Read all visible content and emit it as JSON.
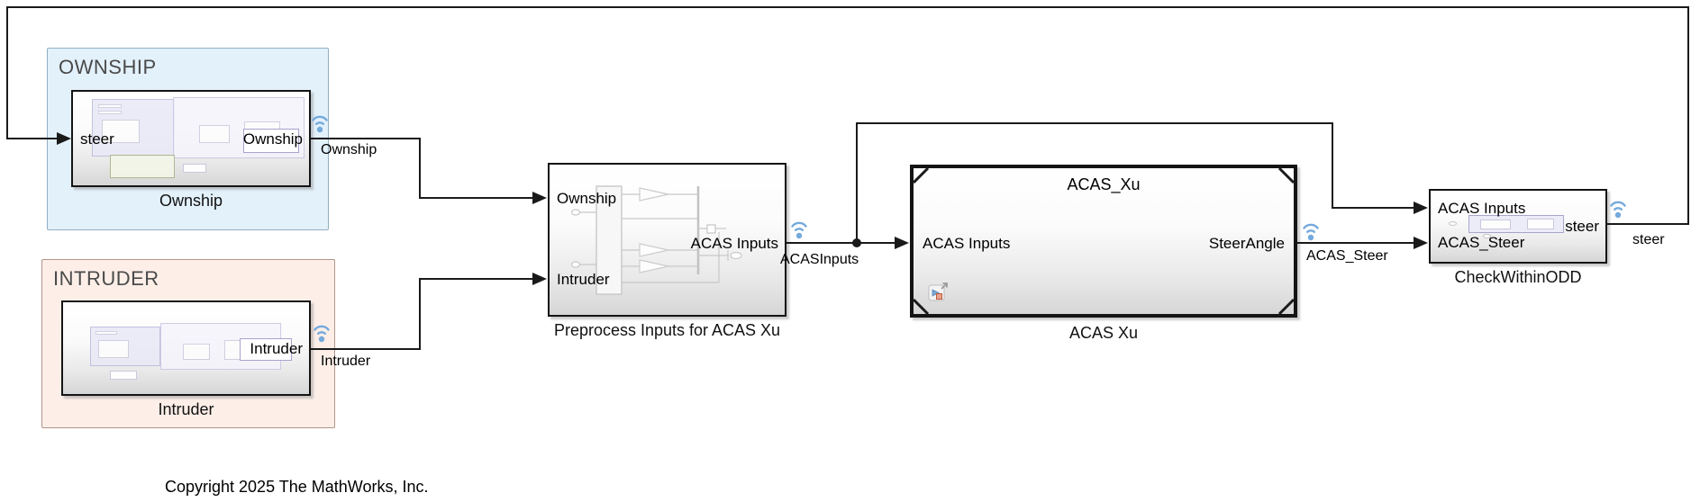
{
  "areas": {
    "ownship": {
      "label": "OWNSHIP"
    },
    "intruder": {
      "label": "INTRUDER"
    }
  },
  "blocks": {
    "ownship": {
      "name": "Ownship",
      "in1": "steer",
      "out1": "Ownship"
    },
    "intruder": {
      "name": "Intruder",
      "out1": "Intruder"
    },
    "preprocess": {
      "name": "Preprocess Inputs for ACAS Xu",
      "in1": "Ownship",
      "in2": "Intruder",
      "out1": "ACAS Inputs"
    },
    "acas_xu": {
      "name": "ACAS Xu",
      "header": "ACAS_Xu",
      "in1": "ACAS Inputs",
      "out1": "SteerAngle"
    },
    "check_within_odd": {
      "name": "CheckWithinODD",
      "in1": "ACAS Inputs",
      "in2": "ACAS_Steer",
      "out1": "steer"
    }
  },
  "signal_labels": {
    "ownship": "Ownship",
    "intruder": "Intruder",
    "acas_inputs": "ACASInputs",
    "acas_steer": "ACAS_Steer",
    "steer": "steer"
  },
  "annotations": {
    "copyright": "Copyright 2025 The MathWorks, Inc."
  },
  "icons": {
    "wireless_log": "wifi-signal-icon",
    "model_badge": "model-reference-badge-icon",
    "arrowhead": "port-arrowhead-icon",
    "junction": "branch-junction-dot"
  },
  "colors": {
    "ownship_area_fill": "#e3f1fb",
    "ownship_area_border": "#94afc0",
    "intruder_area_fill": "#fdefe8",
    "intruder_area_border": "#b3948a",
    "area_label_text": "#4a4a4a",
    "wire": "#1a1a1a",
    "wireless_icon": "#74a9dc",
    "block_fill_top": "#ffffff",
    "block_fill_bottom": "#d6d6d6"
  }
}
